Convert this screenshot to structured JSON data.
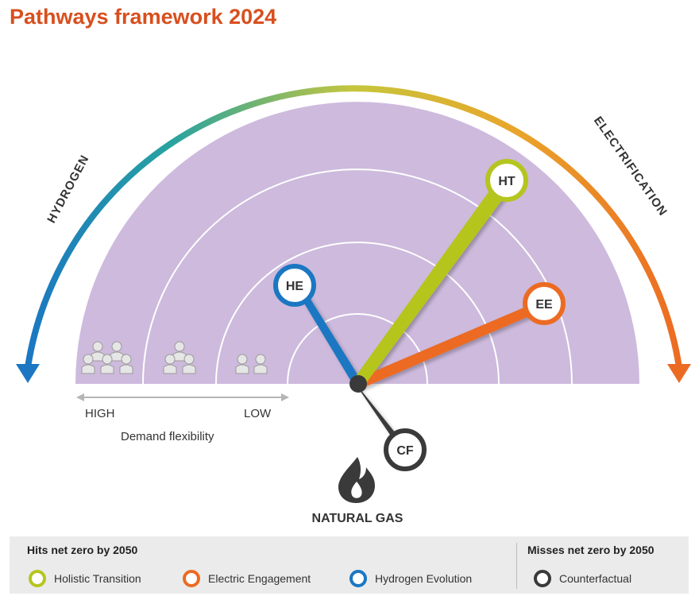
{
  "title": "Pathways framework 2024",
  "diagram": {
    "left_arc_label": "HYDROGEN",
    "right_arc_label": "ELECTRIFICATION",
    "bottom_label": "NATURAL GAS",
    "axis": {
      "high_label": "HIGH",
      "low_label": "LOW",
      "caption": "Demand flexibility"
    },
    "pathways": [
      {
        "code": "HT",
        "name": "Holistic Transition",
        "color": "#b5c51f"
      },
      {
        "code": "EE",
        "name": "Electric Engagement",
        "color": "#ec6b23"
      },
      {
        "code": "HE",
        "name": "Hydrogen Evolution",
        "color": "#1b77c2"
      },
      {
        "code": "CF",
        "name": "Counterfactual",
        "color": "#3a3a3a"
      }
    ],
    "colors": {
      "field": "#cdbadd",
      "hydrogen": "#1b77c2",
      "mid": "#c6c63d",
      "electrification": "#ec6b23"
    }
  },
  "legend": {
    "hits_title": "Hits net zero by 2050",
    "misses_title": "Misses net zero by 2050",
    "items": [
      {
        "label": "Holistic Transition",
        "color": "#b5c51f"
      },
      {
        "label": "Electric Engagement",
        "color": "#ec6b23"
      },
      {
        "label": "Hydrogen Evolution",
        "color": "#1b77c2"
      },
      {
        "label": "Counterfactual",
        "color": "#3a3a3a"
      }
    ]
  }
}
